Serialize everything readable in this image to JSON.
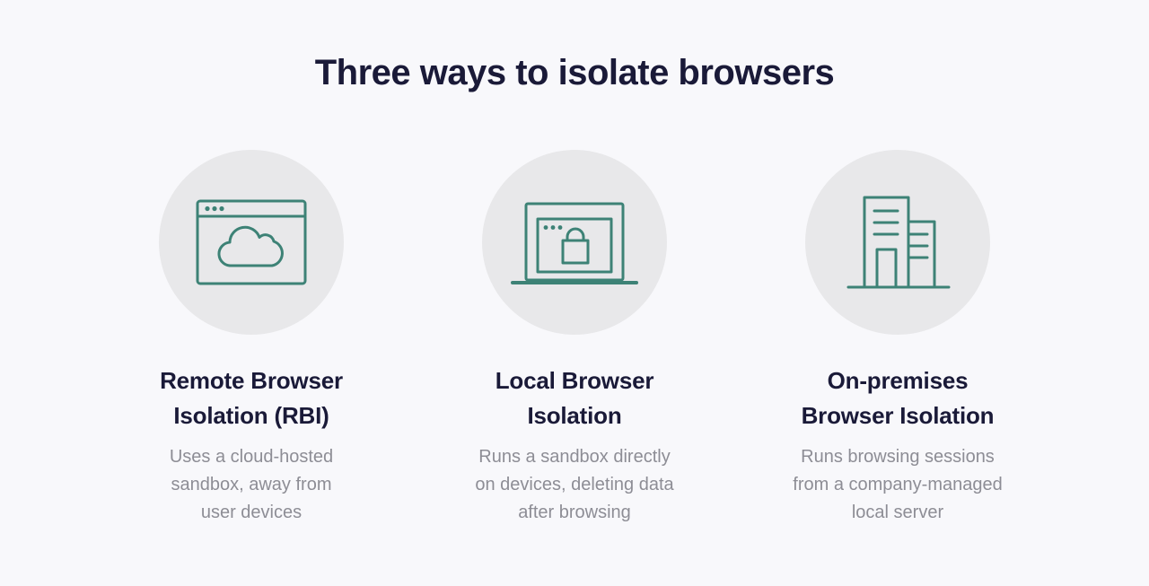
{
  "page": {
    "title": "Three ways to isolate browsers"
  },
  "theme": {
    "page_background": "#f8f8fb",
    "circle_background": "#e8e8ea",
    "accent_teal": "#3d8276",
    "heading_navy": "#1a1a38",
    "body_gray": "#8d8d95"
  },
  "columns": [
    {
      "icon": "cloud-browser-icon",
      "title": "Remote Browser\nIsolation (RBI)",
      "description": "Uses a cloud-hosted\nsandbox, away from\nuser devices"
    },
    {
      "icon": "laptop-lock-icon",
      "title": "Local Browser\nIsolation",
      "description": "Runs a sandbox directly\non devices, deleting data\nafter browsing"
    },
    {
      "icon": "office-building-icon",
      "title": "On-premises\nBrowser Isolation",
      "description": "Runs browsing sessions\nfrom a company-managed\nlocal server"
    }
  ]
}
